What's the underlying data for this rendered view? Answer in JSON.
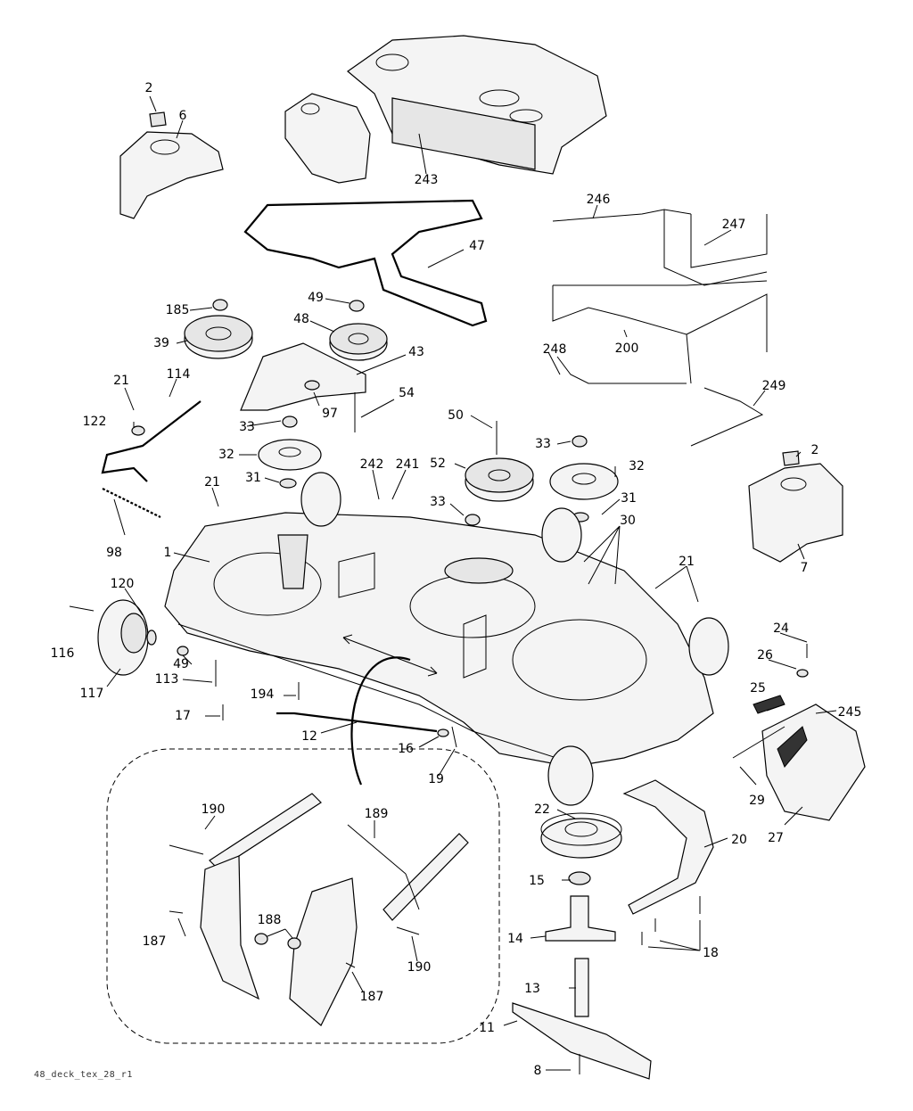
{
  "diagram": {
    "footer_code": "48_deck_tex_28_r1",
    "callouts": [
      {
        "id": "c2a",
        "text": "2"
      },
      {
        "id": "c6",
        "text": "6"
      },
      {
        "id": "c243",
        "text": "243"
      },
      {
        "id": "c246",
        "text": "246"
      },
      {
        "id": "c247",
        "text": "247"
      },
      {
        "id": "c47",
        "text": "47"
      },
      {
        "id": "c185",
        "text": "185"
      },
      {
        "id": "c49a",
        "text": "49"
      },
      {
        "id": "c48",
        "text": "48"
      },
      {
        "id": "c39",
        "text": "39"
      },
      {
        "id": "c43",
        "text": "43"
      },
      {
        "id": "c248",
        "text": "248"
      },
      {
        "id": "c200",
        "text": "200"
      },
      {
        "id": "c249",
        "text": "249"
      },
      {
        "id": "c21a",
        "text": "21"
      },
      {
        "id": "c114",
        "text": "114"
      },
      {
        "id": "c122",
        "text": "122"
      },
      {
        "id": "c97",
        "text": "97"
      },
      {
        "id": "c54",
        "text": "54"
      },
      {
        "id": "c33a",
        "text": "33"
      },
      {
        "id": "c50",
        "text": "50"
      },
      {
        "id": "c33b",
        "text": "33"
      },
      {
        "id": "c32a",
        "text": "32"
      },
      {
        "id": "c242",
        "text": "242"
      },
      {
        "id": "c241",
        "text": "241"
      },
      {
        "id": "c52",
        "text": "52"
      },
      {
        "id": "c32b",
        "text": "32"
      },
      {
        "id": "c2b",
        "text": "2"
      },
      {
        "id": "c31a",
        "text": "31"
      },
      {
        "id": "c21b",
        "text": "21"
      },
      {
        "id": "c33c",
        "text": "33"
      },
      {
        "id": "c31b",
        "text": "31"
      },
      {
        "id": "c30",
        "text": "30"
      },
      {
        "id": "c98",
        "text": "98"
      },
      {
        "id": "c1",
        "text": "1"
      },
      {
        "id": "c21c",
        "text": "21"
      },
      {
        "id": "c7",
        "text": "7"
      },
      {
        "id": "c120",
        "text": "120"
      },
      {
        "id": "c116",
        "text": "116"
      },
      {
        "id": "c49b",
        "text": "49"
      },
      {
        "id": "c24",
        "text": "24"
      },
      {
        "id": "c26",
        "text": "26"
      },
      {
        "id": "c117",
        "text": "117"
      },
      {
        "id": "c113",
        "text": "113"
      },
      {
        "id": "c194",
        "text": "194"
      },
      {
        "id": "c25",
        "text": "25"
      },
      {
        "id": "c245",
        "text": "245"
      },
      {
        "id": "c17",
        "text": "17"
      },
      {
        "id": "c12",
        "text": "12"
      },
      {
        "id": "c16",
        "text": "16"
      },
      {
        "id": "c19",
        "text": "19"
      },
      {
        "id": "c29",
        "text": "29"
      },
      {
        "id": "c27",
        "text": "27"
      },
      {
        "id": "c190a",
        "text": "190"
      },
      {
        "id": "c189",
        "text": "189"
      },
      {
        "id": "c22",
        "text": "22"
      },
      {
        "id": "c20",
        "text": "20"
      },
      {
        "id": "c188",
        "text": "188"
      },
      {
        "id": "c187a",
        "text": "187"
      },
      {
        "id": "c15",
        "text": "15"
      },
      {
        "id": "c14",
        "text": "14"
      },
      {
        "id": "c18",
        "text": "18"
      },
      {
        "id": "c190b",
        "text": "190"
      },
      {
        "id": "c187b",
        "text": "187"
      },
      {
        "id": "c13",
        "text": "13"
      },
      {
        "id": "c11",
        "text": "11"
      },
      {
        "id": "c8",
        "text": "8"
      }
    ]
  }
}
